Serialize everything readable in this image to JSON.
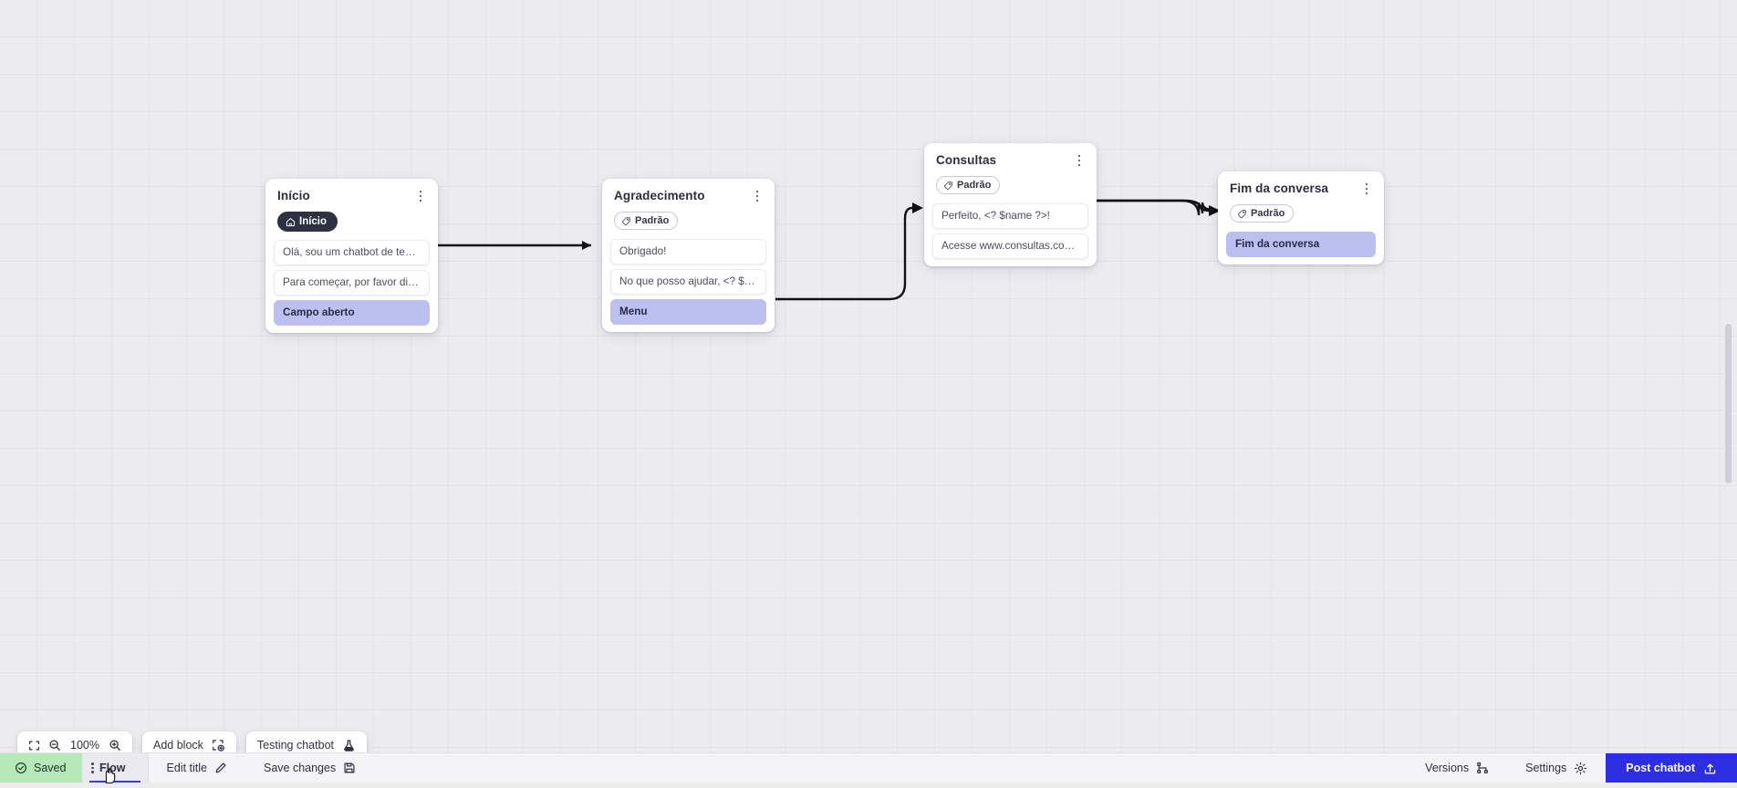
{
  "canvas": {
    "zoom_level": "100%",
    "blocks": [
      {
        "id": "inicio",
        "title": "Início",
        "badge": {
          "label": "Início",
          "icon": "home-icon",
          "style": "dark"
        },
        "rows": [
          {
            "text": "Olá, sou um chatbot de teste!",
            "accent": false
          },
          {
            "text": "Para começar, por favor digite o ...",
            "accent": false
          },
          {
            "text": "Campo aberto",
            "accent": true
          }
        ]
      },
      {
        "id": "agradecimento",
        "title": "Agradecimento",
        "badge": {
          "label": "Padrão",
          "icon": "tag-icon",
          "style": "outline"
        },
        "rows": [
          {
            "text": "Obrigado!",
            "accent": false
          },
          {
            "text": "No que posso ajudar, <? $name ...",
            "accent": false
          },
          {
            "text": "Menu",
            "accent": true
          }
        ]
      },
      {
        "id": "consultas",
        "title": "Consultas",
        "badge": {
          "label": "Padrão",
          "icon": "tag-icon",
          "style": "outline"
        },
        "rows": [
          {
            "text": "Perfeito, <? $name ?>!",
            "accent": false
          },
          {
            "text": "Acesse www.consultas.com par...",
            "accent": false
          }
        ]
      },
      {
        "id": "fim",
        "title": "Fim da conversa",
        "badge": {
          "label": "Padrão",
          "icon": "tag-icon",
          "style": "outline"
        },
        "rows": [
          {
            "text": "Fim da conversa",
            "accent": true
          }
        ]
      }
    ]
  },
  "toolbar": {
    "fit_icon": "fit-screen-icon",
    "zoom_out_icon": "zoom-out-icon",
    "zoom_in_icon": "zoom-in-icon",
    "zoom_label": "100%",
    "add_block_label": "Add block",
    "add_block_icon": "add-block-icon",
    "testing_label": "Testing chatbot",
    "testing_icon": "flask-icon"
  },
  "bottombar": {
    "saved_label": "Saved",
    "saved_icon": "check-circle-icon",
    "flow_tab_label": "Flow",
    "edit_title_label": "Edit title",
    "edit_title_icon": "pencil-icon",
    "save_changes_label": "Save changes",
    "save_changes_icon": "floppy-disk-icon",
    "versions_label": "Versions",
    "versions_icon": "branch-icon",
    "settings_label": "Settings",
    "settings_icon": "gear-icon",
    "post_label": "Post chatbot",
    "post_icon": "upload-icon"
  },
  "colors": {
    "accent_blue": "#2d2de2",
    "saved_green": "#b7e9b8",
    "row_accent": "#bcc0f0",
    "badge_dark": "#2f3042",
    "canvas_bg": "#ecebee"
  }
}
